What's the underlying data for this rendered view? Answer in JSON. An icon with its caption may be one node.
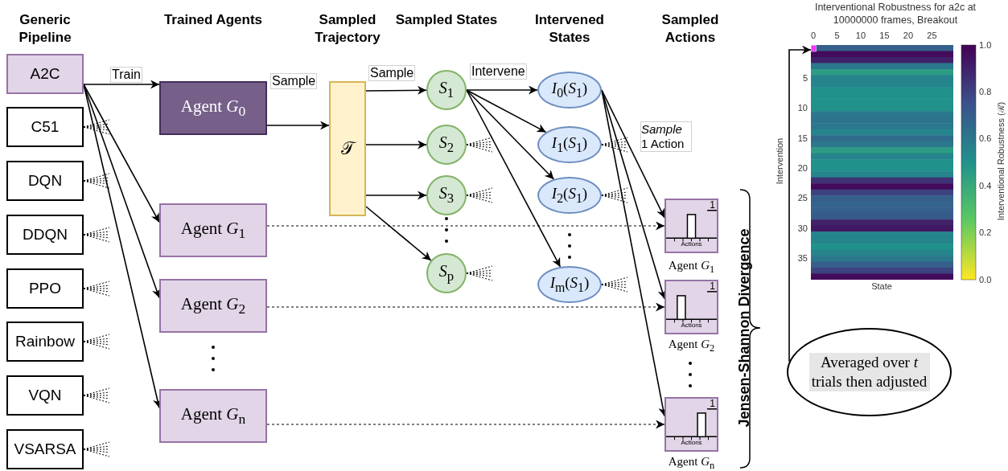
{
  "diagram": {
    "nodes": [
      {
        "text": [
          "A2C"
        ]
      },
      {
        "text": [
          "C51"
        ]
      },
      {
        "text": [
          "DQN"
        ]
      },
      {
        "text": [
          "DDQN"
        ]
      },
      {
        "text": [
          "PPO"
        ]
      },
      {
        "text": [
          "Rainbow"
        ]
      },
      {
        "text": [
          "VQN"
        ]
      },
      {
        "text": [
          "VSARSA"
        ]
      },
      {
        "text": [
          "Agent *G*$_{0}$"
        ]
      },
      {
        "text": [
          "Agent *G*$_{1}$"
        ]
      },
      {
        "text": [
          "Agent *G*$_{2}$"
        ]
      },
      {
        "text": [
          "Agent *G*$_{n}$"
        ]
      },
      {
        "text": [
          "𝒯"
        ]
      },
      {
        "text": [
          "*S*$_{1}$"
        ]
      },
      {
        "text": [
          "*S*$_{2}$"
        ]
      },
      {
        "text": [
          "*S*$_{3}$"
        ]
      },
      {
        "text": [
          "*S*$_{p}$"
        ]
      },
      {
        "text": [
          "*I*$_{0}$(*S*$_{1}$)"
        ]
      },
      {
        "text": [
          "*I*$_{1}$(*S*$_{1}$)"
        ]
      },
      {
        "text": [
          "*I*$_{2}$(*S*$_{1}$)"
        ]
      },
      {
        "text": [
          "*I*$_{m}$(*S*$_{1}$)"
        ]
      },
      {
        "text": [
          "1",
          "Actions"
        ],
        "beside": [
          "Agent *G*$_{1}$"
        ]
      },
      {
        "text": [
          "1",
          "Actions"
        ],
        "beside": [
          "Agent *G*$_{2}$"
        ]
      },
      {
        "text": [
          "1",
          "Actions"
        ],
        "beside": [
          "Agent *G*$_{n}$"
        ]
      },
      {
        "text": [
          "Averaged over *t* trials then adjusted"
        ]
      },
      {
        "text": [],
        "shape": "picture"
      }
    ],
    "edges": [
      {
        "from": 0,
        "to": 8,
        "arrow": "to",
        "label": "Train"
      },
      {
        "from": 0,
        "to": 9,
        "arrow": "to"
      },
      {
        "from": 0,
        "to": 10,
        "arrow": "to"
      },
      {
        "from": 0,
        "to": 11,
        "arrow": "to"
      },
      {
        "from": 1,
        "to": null,
        "arrow": "none",
        "style": "dashed"
      },
      {
        "from": 2,
        "to": null,
        "arrow": "none",
        "style": "dashed"
      },
      {
        "from": 3,
        "to": null,
        "arrow": "none",
        "style": "dashed"
      },
      {
        "from": 4,
        "to": null,
        "arrow": "none",
        "style": "dashed"
      },
      {
        "from": 5,
        "to": null,
        "arrow": "none",
        "style": "dashed"
      },
      {
        "from": 6,
        "to": null,
        "arrow": "none",
        "style": "dashed"
      },
      {
        "from": 7,
        "to": null,
        "arrow": "none",
        "style": "dashed"
      },
      {
        "from": 8,
        "to": 12,
        "arrow": "to",
        "label": "Sample"
      },
      {
        "from": 12,
        "to": 13,
        "arrow": "to",
        "label": "Sample"
      },
      {
        "from": 12,
        "to": 14,
        "arrow": "to"
      },
      {
        "from": 12,
        "to": 15,
        "arrow": "to"
      },
      {
        "from": 12,
        "to": 16,
        "arrow": "to"
      },
      {
        "from": 14,
        "to": null,
        "arrow": "none",
        "style": "dashed"
      },
      {
        "from": 15,
        "to": null,
        "arrow": "none",
        "style": "dashed"
      },
      {
        "from": 16,
        "to": null,
        "arrow": "none",
        "style": "dashed"
      },
      {
        "from": 13,
        "to": 17,
        "arrow": "to",
        "label": "Intervene"
      },
      {
        "from": 13,
        "to": 18,
        "arrow": "to"
      },
      {
        "from": 13,
        "to": 19,
        "arrow": "to"
      },
      {
        "from": 13,
        "to": 20,
        "arrow": "to"
      },
      {
        "from": 18,
        "to": null,
        "arrow": "none",
        "style": "dashed"
      },
      {
        "from": 19,
        "to": null,
        "arrow": "none",
        "style": "dashed"
      },
      {
        "from": 20,
        "to": null,
        "arrow": "none",
        "style": "dashed"
      },
      {
        "from": 17,
        "to": 21,
        "arrow": "to"
      },
      {
        "from": 17,
        "to": 22,
        "arrow": "to"
      },
      {
        "from": 17,
        "to": 23,
        "arrow": "to"
      },
      {
        "from": 9,
        "to": 21,
        "arrow": "to",
        "style": "dashed"
      },
      {
        "from": 10,
        "to": 22,
        "arrow": "to",
        "style": "dashed"
      },
      {
        "from": 11,
        "to": 23,
        "arrow": "to",
        "style": "dashed"
      },
      {
        "from": 24,
        "to": 25,
        "arrow": "to"
      }
    ],
    "labels": [
      "Generic Pipeline",
      "Trained Agents",
      "Sampled Trajectory",
      "Sampled States",
      "Intervened States",
      "Sampled Actions",
      "*Sample* 1 Action",
      "Jensen-Shannon Divergence",
      "Interventional Robustness for a2c at 10000000 frames, Breakout",
      "0",
      "5",
      "10",
      "15",
      "20",
      "25",
      "5",
      "10",
      "15",
      "20",
      "25",
      "30",
      "35",
      "Intervention",
      "State",
      "1.0",
      "0.8",
      "0.6",
      "0.4",
      "0.2",
      "0.0",
      "Interventional Robustness (ℛ)"
    ]
  }
}
